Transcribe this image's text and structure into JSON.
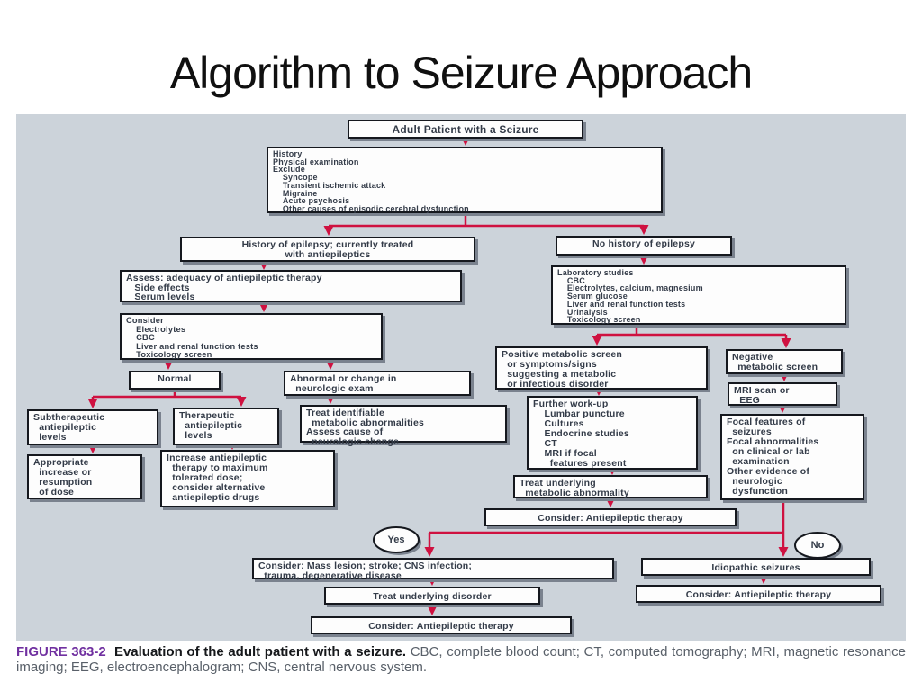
{
  "slide": {
    "title": "Algorithm to Seizure Approach"
  },
  "colors": {
    "panel_bg": "#ccd3da",
    "arrow": "#cf1140",
    "box_border": "#15181e",
    "box_text": "#333b48",
    "box_shadow": "#7a828e",
    "fig_label": "#7030a0",
    "caption_rest": "#596069",
    "caption_bold": "#16181b"
  },
  "nodes": {
    "adult": {
      "text": "Adult Patient with a Seizure"
    },
    "history": {
      "text": "History\nPhysical examination\nExclude\n    Syncope\n    Transient ischemic attack\n    Migraine\n    Acute psychosis\n    Other causes of episodic cerebral dysfunction"
    },
    "hx_epilepsy": {
      "text": "History of epilepsy; currently treated\nwith antiepileptics"
    },
    "no_hx": {
      "text": "No history of epilepsy"
    },
    "assess": {
      "text": "Assess: adequacy of antiepileptic therapy\n   Side effects\n   Serum levels"
    },
    "labs": {
      "text": "Laboratory studies\n    CBC\n    Electrolytes, calcium, magnesium\n    Serum glucose\n    Liver and renal function tests\n    Urinalysis\n    Toxicology screen"
    },
    "consider_left": {
      "text": "Consider\n    Electrolytes\n    CBC\n    Liver and renal function tests\n    Toxicology screen"
    },
    "normal": {
      "text": "Normal"
    },
    "abnormal": {
      "text": "Abnormal or change in\n  neurologic exam"
    },
    "positive": {
      "text": "Positive metabolic screen\n  or symptoms/signs\n  suggesting a metabolic\n  or infectious disorder"
    },
    "negative": {
      "text": "Negative\n  metabolic screen"
    },
    "mri_eeg": {
      "text": "MRI scan or\n  EEG"
    },
    "subther": {
      "text": "Subtherapeutic\n  antiepileptic\n  levels"
    },
    "ther": {
      "text": "Therapeutic\n  antiepileptic\n  levels"
    },
    "treat_ident": {
      "text": "Treat identifiable\n  metabolic abnormalities\nAssess cause of\n  neurologic change"
    },
    "workup": {
      "text": "Further work-up\n    Lumbar puncture\n    Cultures\n    Endocrine studies\n    CT\n    MRI if focal\n      features present"
    },
    "focal": {
      "text": "Focal features of\n  seizures\nFocal abnormalities\n  on clinical or lab\n  examination\nOther evidence of\n  neurologic\n  dysfunction"
    },
    "appropriate": {
      "text": "Appropriate\n  increase or\n  resumption\n  of dose"
    },
    "increase": {
      "text": "Increase antiepileptic\n  therapy to maximum\n  tolerated dose;\n  consider alternative\n  antiepileptic drugs"
    },
    "treat_metab": {
      "text": "Treat underlying\n  metabolic abnormality"
    },
    "consider_mid": {
      "text": "Consider: Antiepileptic therapy"
    },
    "mass": {
      "text": "Consider: Mass lesion; stroke; CNS infection;\n  trauma, degenerative disease"
    },
    "idiopathic": {
      "text": "Idiopathic seizures"
    },
    "treat_disorder": {
      "text": "Treat underlying disorder"
    },
    "consider_bl": {
      "text": "Consider: Antiepileptic therapy"
    },
    "consider_br": {
      "text": "Consider: Antiepileptic therapy"
    }
  },
  "decision_labels": {
    "yes": "Yes",
    "no": "No"
  },
  "caption": {
    "figure_label": "FIGURE 363-2",
    "bold_text": "Evaluation of the adult patient with a seizure.",
    "rest": "CBC, complete blood count; CT, computed tomography; MRI, magnetic resonance imaging; EEG, electroencephalogram; CNS, central nervous system."
  }
}
